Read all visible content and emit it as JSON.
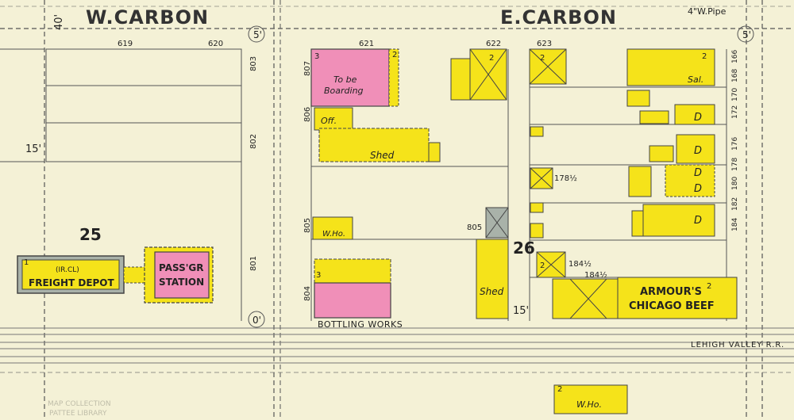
{
  "streets": {
    "west": "W.CARBON",
    "east": "E.CARBON"
  },
  "pipe": "4\"W.Pipe",
  "railroad": "LEHIGH VALLEY R.R.",
  "blocks": {
    "left": "25",
    "right": "26"
  },
  "widths": {
    "w40": "40'",
    "w5a": "5'",
    "w5b": "5'",
    "w0": "0'",
    "w15a": "15'",
    "w15b": "15'"
  },
  "lot_numbers": {
    "top": [
      "619",
      "620",
      "621",
      "622",
      "623"
    ],
    "left_side": [
      "803",
      "802",
      "801"
    ],
    "mid_side": [
      "807",
      "806",
      "805",
      "804"
    ],
    "right_side": [
      "166",
      "168",
      "170",
      "172",
      "176",
      "178",
      "180",
      "182",
      "184"
    ],
    "misc": [
      "805",
      "178½",
      "184½",
      "184½"
    ]
  },
  "buildings": {
    "freight_depot": {
      "note": "(IR.CL)",
      "label": "FREIGHT DEPOT"
    },
    "passenger_station": {
      "label_1": "PASS'GR",
      "label_2": "STATION"
    },
    "boarding": {
      "label_1": "To be",
      "label_2": "Boarding"
    },
    "office": "Off.",
    "shed_1": "Shed",
    "shed_2": "Shed",
    "warehouse_1": "W.Ho.",
    "warehouse_2": "W.Ho.",
    "bottling": "BOTTLING WORKS",
    "saloon": "Sal.",
    "dwelling": "D",
    "armour_1": "ARMOUR'S",
    "armour_2": "CHICAGO BEEF",
    "stories": [
      "1",
      "2",
      "3"
    ]
  },
  "stamp": {
    "line_1": "MAP COLLECTION",
    "line_2": "PATTEE LIBRARY"
  },
  "colors": {
    "paper": "#f4f1d6",
    "brick": "#f08fb8",
    "frame": "#f5e31a",
    "iron": "#a9b2a9",
    "ink": "#333333"
  }
}
